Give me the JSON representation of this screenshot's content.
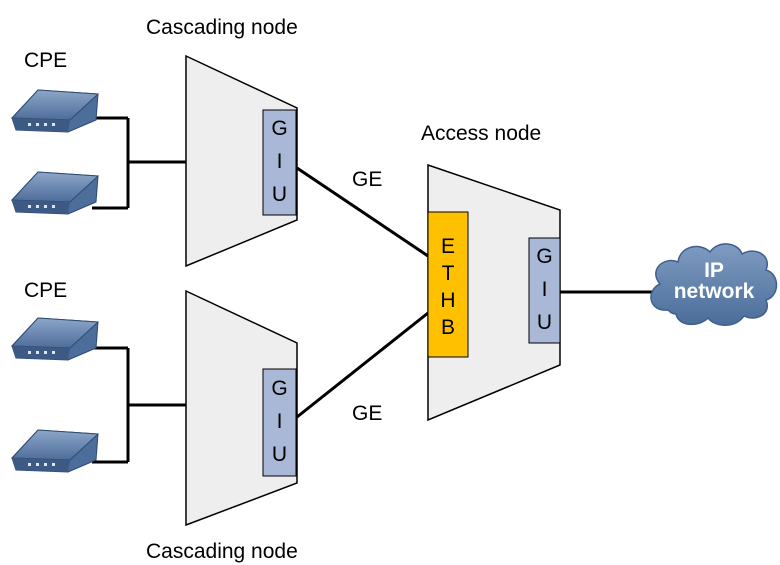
{
  "labels": {
    "cpe_top": "CPE",
    "cpe_bottom": "CPE",
    "cascading_top": "Cascading  node",
    "cascading_bottom": "Cascading  node",
    "access_node": "Access node",
    "ge_top": "GE",
    "ge_bottom": "GE"
  },
  "boards": {
    "giu_cascading_top": [
      "G",
      "I",
      "U"
    ],
    "giu_cascading_bottom": [
      "G",
      "I",
      "U"
    ],
    "ethb": [
      "E",
      "T",
      "H",
      "B"
    ],
    "giu_access": [
      "G",
      "I",
      "U"
    ]
  },
  "cloud": {
    "line1": "IP",
    "line2": "network"
  },
  "colors": {
    "node_fill": "#eeeeee",
    "giu_fill": "#a8b8d6",
    "ethb_fill": "#ffc000",
    "cloud_fill": "#5d80a8",
    "cpe_fill": "#4d6d9a"
  }
}
